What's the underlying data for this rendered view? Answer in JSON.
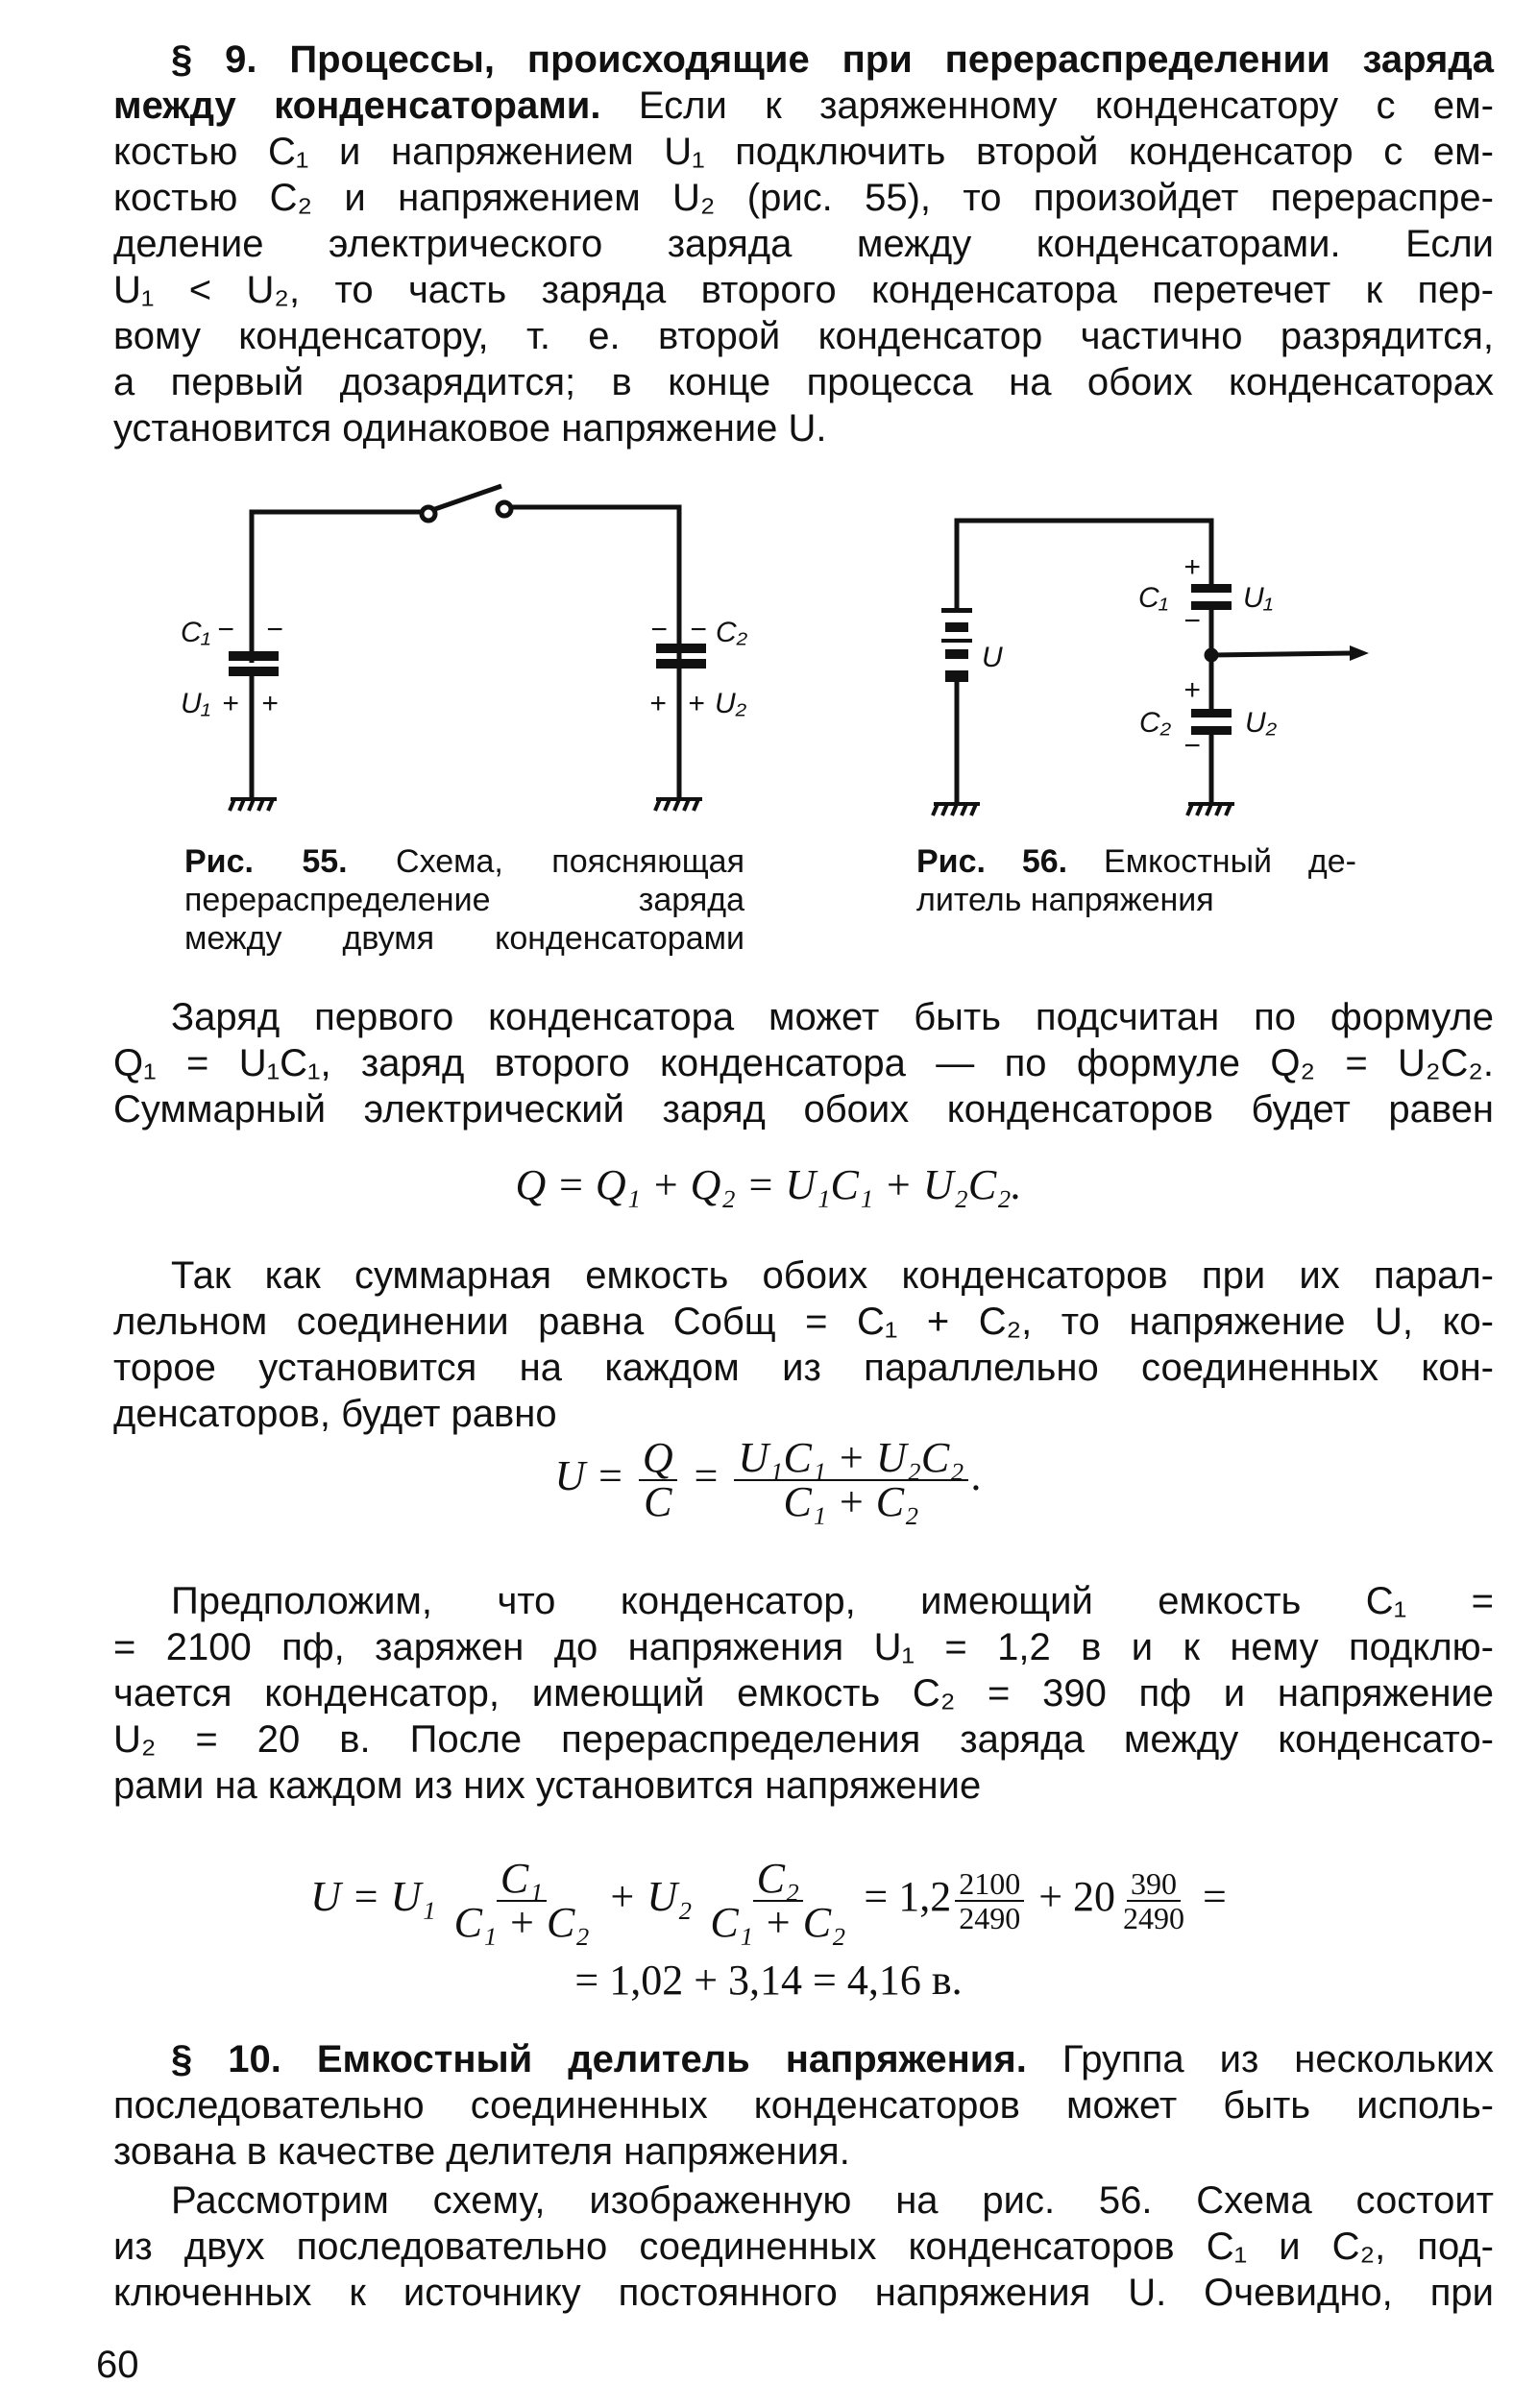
{
  "p1": {
    "lines": [
      {
        "b": "§ 9. Процессы, происходящие при перераспределении заряда",
        "t": ""
      },
      {
        "b": "между конденсаторами.",
        "t": " Если к заряженному конденсатору с ем-"
      },
      "костью C₁ и напряжением U₁ подключить второй конденсатор с ем-",
      "костью C₂ и напряжением U₂ (рис. 55), то произойдет перераспре-",
      "деление электрического заряда между конденсаторами. Если",
      "U₁ < U₂, то часть заряда второго конденсатора перетечет к пер-",
      "вому конденсатору, т. е. второй конденсатор частично разрядится,",
      "а первый дозарядится; в конце процесса на обоих конденсаторах",
      "установится одинаковое напряжение U."
    ]
  },
  "fig55": {
    "labels": {
      "c1": "C₁",
      "u1": "U₁",
      "c2": "C₂",
      "u2": "U₂",
      "minus": "−",
      "plus": "+"
    },
    "caption": {
      "lines": [
        {
          "b": "Рис. 55.",
          "t": " Схема, поясняющая"
        },
        "перераспределение заряда",
        "между двумя конденсаторами"
      ]
    }
  },
  "fig56": {
    "labels": {
      "c1": "C₁",
      "u1": "U₁",
      "c2": "C₂",
      "u2": "U₂",
      "v": "U",
      "minus": "−",
      "plus": "+"
    },
    "caption": {
      "lines": [
        {
          "b": "Рис. 56.",
          "t": " Емкостный де-"
        },
        "литель напряжения"
      ]
    }
  },
  "p2": {
    "lines": [
      "Заряд первого конденсатора может быть подсчитан по формуле",
      "Q₁ = U₁C₁, заряд второго конденсатора — по формуле Q₂ = U₂C₂.",
      "Суммарный электрический заряд обоих конденсаторов будет равен"
    ]
  },
  "f1": {
    "text": "Q = Q₁ + Q₂ = U₁C₁ + U₂C₂."
  },
  "p3": {
    "lines": [
      "Так как суммарная емкость обоих конденсаторов при их парал-",
      "лельном соединении равна   Cобщ = C₁ + C₂, то напряжение U, ко-",
      "торое установится на каждом из параллельно соединенных кон-",
      "денсаторов, будет равно"
    ]
  },
  "f2": {
    "lhs": "U =",
    "n1": "Q",
    "d1": "C",
    "eq": "=",
    "n2": "U₁C₁ + U₂C₂",
    "d2": "C₁ + C₂",
    "end": "."
  },
  "p4": {
    "lines": [
      "Предположим, что конденсатор, имеющий емкость C₁ =",
      "= 2100 пф, заряжен до напряжения U₁ = 1,2 в и к нему подклю-",
      "чается конденсатор, имеющий емкость C₂ = 390 пф и напряжение",
      "U₂ = 20 в. После перераспределения заряда между конденсато-",
      "рами на каждом из них установится напряжение"
    ]
  },
  "f3": {
    "lhs": "U = U₁",
    "n1": "C₁",
    "d1": "C₁ + C₂",
    "plus": "+ U₂",
    "n2": "C₂",
    "d2": "C₁ + C₂",
    "eq1": "= 1,2",
    "n3": "2100",
    "d3": "2490",
    "plus2": "+ 20",
    "n4": "390",
    "d4": "2490",
    "eq2": "="
  },
  "f4": {
    "text": "= 1,02 + 3,14 = 4,16 в."
  },
  "p5": {
    "lines": [
      {
        "b": "§ 10. Емкостный делитель напряжения.",
        "t": " Группа из нескольких"
      },
      "последовательно соединенных конденсаторов может быть исполь-",
      "зована в качестве делителя напряжения."
    ]
  },
  "p6": {
    "lines": [
      "Рассмотрим схему, изображенную на рис. 56. Схема состоит",
      "из двух последовательно соединенных конденсаторов C₁ и C₂, под-",
      "ключенных к источнику постоянного напряжения U. Очевидно, при"
    ]
  },
  "page_number": "60"
}
